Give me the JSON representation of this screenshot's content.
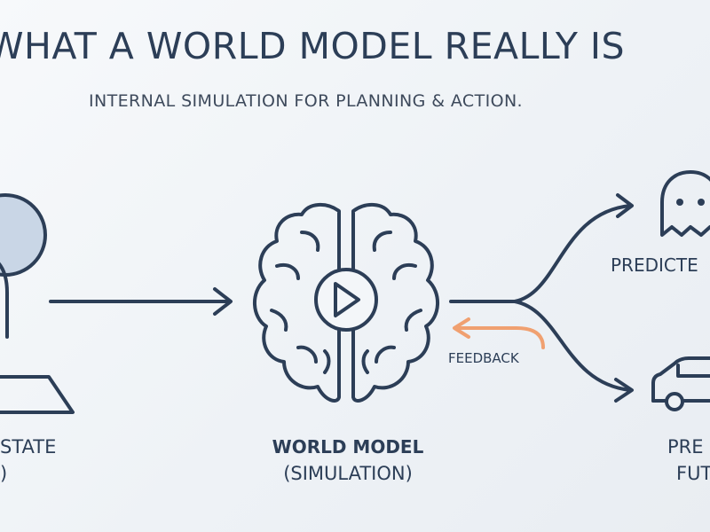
{
  "title": "WHAT A WORLD MODEL REALLY IS",
  "subtitle": "INTERNAL SIMULATION FOR PLANNING & ACTION.",
  "input_node": {
    "label_line1": "STATE",
    "label_line2": ")",
    "icon": "head-silhouette-icon"
  },
  "world_model_node": {
    "label_line1": "WORLD MODEL",
    "label_line2": "(SIMULATION)",
    "icon": "brain-play-icon"
  },
  "feedback": {
    "label": "FEEDBACK",
    "color": "#f0a070"
  },
  "output_top": {
    "label": "PREDICTE",
    "icon": "ghost-icon"
  },
  "output_bottom": {
    "label_line1": "PRE",
    "label_line2": "FUT",
    "icon": "car-icon"
  },
  "colors": {
    "ink": "#2c3e57",
    "head_fill": "#c9d6e6",
    "accent": "#f0a070"
  }
}
